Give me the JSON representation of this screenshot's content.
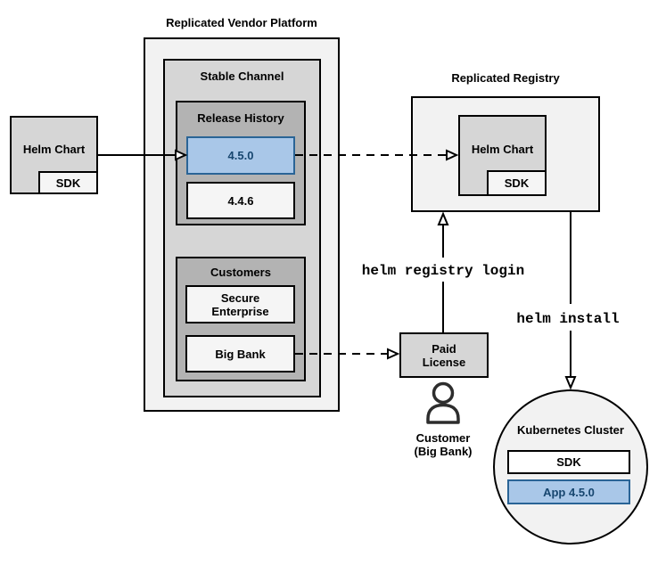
{
  "platform": {
    "title": "Replicated Vendor Platform",
    "stable_channel": {
      "title": "Stable Channel",
      "release_history": {
        "title": "Release History",
        "current_release": "4.5.0",
        "previous_release": "4.4.6"
      },
      "customers": {
        "title": "Customers",
        "customer1": "Secure\nEnterprise",
        "customer2": "Big Bank"
      }
    }
  },
  "source_chart": {
    "label": "Helm Chart",
    "sdk": "SDK"
  },
  "registry": {
    "title": "Replicated Registry",
    "helm_chart": "Helm Chart",
    "sdk": "SDK"
  },
  "license": {
    "label": "Paid\nLicense"
  },
  "actor": {
    "label": "Customer\n(Big Bank)"
  },
  "commands": {
    "login": "helm registry login",
    "install": "helm install"
  },
  "cluster": {
    "title": "Kubernetes Cluster",
    "sdk": "SDK",
    "app": "App 4.5.0"
  },
  "colors": {
    "highlight_fill": "#a9c7e8",
    "highlight_border": "#2a6496",
    "highlight_text": "#17466f",
    "outer_fill": "#f2f2f2",
    "mid_fill": "#d6d6d6",
    "inner_fill": "#b3b3b3",
    "light_fill": "#f5f5f5",
    "line_color": "#000000"
  }
}
